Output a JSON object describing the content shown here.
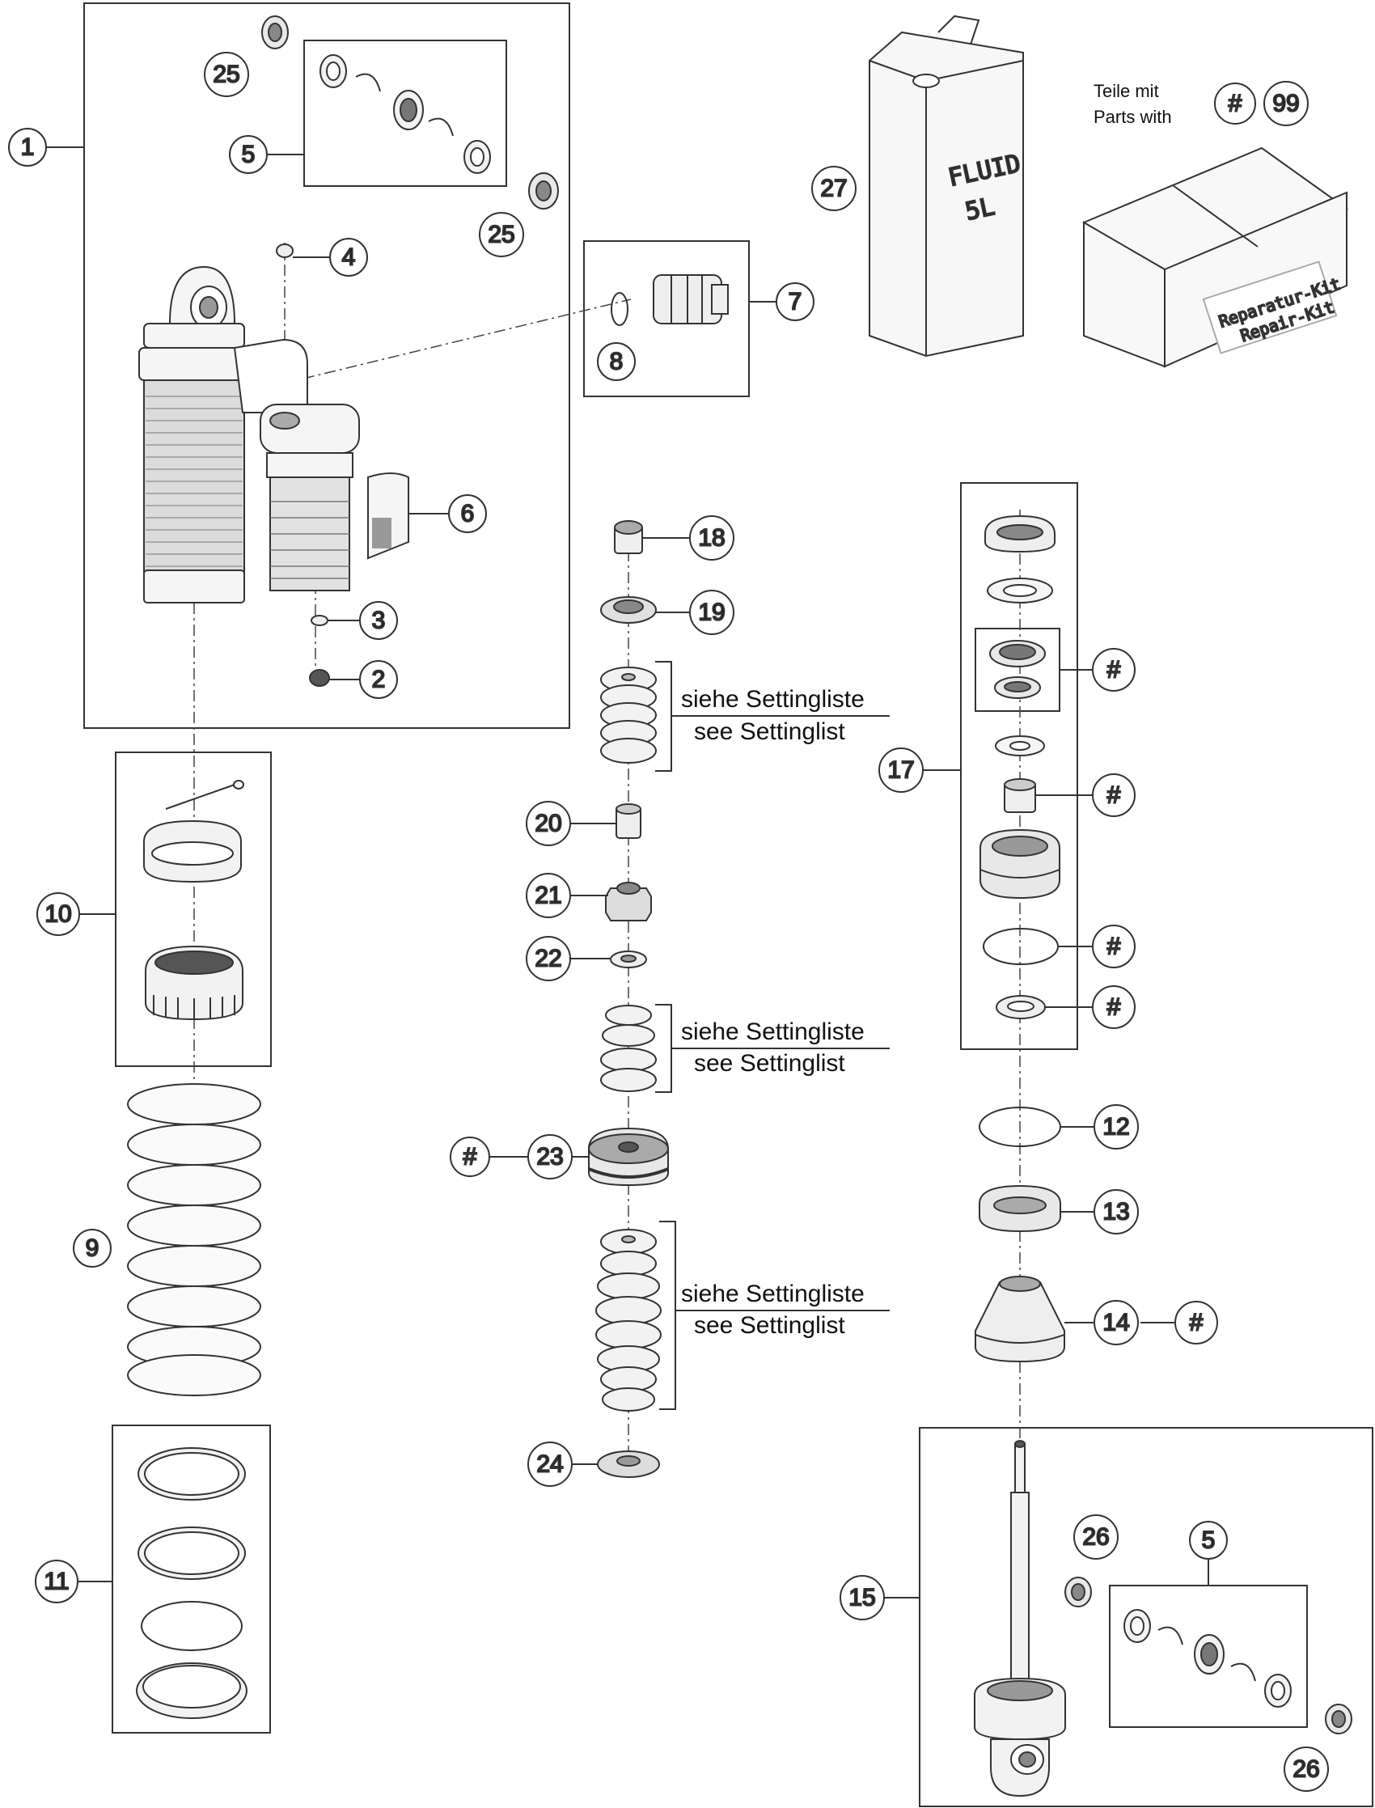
{
  "callouts": {
    "c1": "1",
    "c2": "2",
    "c3": "3",
    "c4": "4",
    "c5a": "5",
    "c5b": "5",
    "c6": "6",
    "c7": "7",
    "c8": "8",
    "c9": "9",
    "c10": "10",
    "c11": "11",
    "c12": "12",
    "c13": "13",
    "c14": "14",
    "c15": "15",
    "c17": "17",
    "c18": "18",
    "c19": "19",
    "c20": "20",
    "c21": "21",
    "c22": "22",
    "c23": "23",
    "c24": "24",
    "c25a": "25",
    "c25b": "25",
    "c26a": "26",
    "c26b": "26",
    "c27": "27",
    "hash": "#",
    "c99": "99"
  },
  "legend": {
    "line1": "Teile mit",
    "line2": "Parts with"
  },
  "setting_note": {
    "german": "siehe Settingliste",
    "english": "see Settinglist"
  },
  "fluid_can": {
    "line1": "FLUID",
    "line2": "5L"
  },
  "repair_kit": {
    "line1": "Reparatur-Kit",
    "line2": "Repair-Kit"
  }
}
